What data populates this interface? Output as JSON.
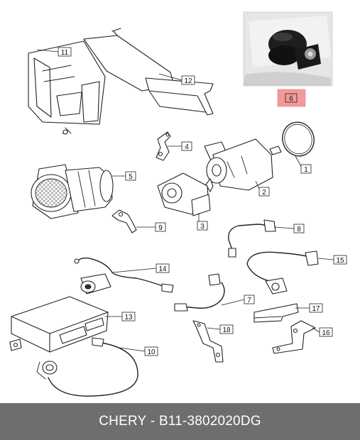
{
  "diagram": {
    "labels": [
      "1",
      "2",
      "3",
      "4",
      "5",
      "6",
      "7",
      "8",
      "9",
      "10",
      "11",
      "12",
      "13",
      "14",
      "15",
      "16",
      "17",
      "18"
    ],
    "highlight_label": "6",
    "highlight_color": "#f29a9a"
  },
  "footer": {
    "brand": "CHERY",
    "separator": " - ",
    "part_number": "B11-3802020DG",
    "background": "#6e6e6e"
  }
}
